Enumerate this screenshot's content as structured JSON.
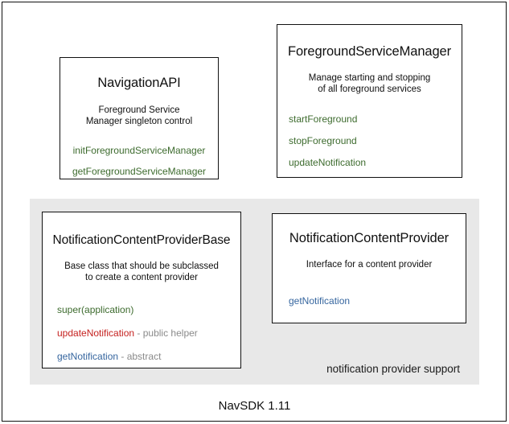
{
  "diagram": {
    "footer_label": "NavSDK 1.11",
    "group_panel": {
      "caption": "notification provider support",
      "background_color": "#e8e8e8"
    },
    "colors": {
      "green": "#3d6b2e",
      "blue": "#36669f",
      "red": "#c5211f",
      "note_gray": "#8a8a8a",
      "border": "#111111",
      "page_background": "#ffffff"
    },
    "cards": [
      {
        "id": "navigation-api",
        "title": "NavigationAPI",
        "description_lines": [
          "Foreground Service",
          "Manager singleton control"
        ],
        "members_align": "centered",
        "members": [
          {
            "name": "initForegroundServiceManager",
            "color": "green",
            "note": ""
          },
          {
            "name": "getForegroundServiceManager",
            "color": "green",
            "note": ""
          }
        ]
      },
      {
        "id": "foreground-service-manager",
        "title": "ForegroundServiceManager",
        "description_lines": [
          "Manage starting and stopping",
          "of all foreground services"
        ],
        "members_align": "left",
        "members": [
          {
            "name": "startForeground",
            "color": "green",
            "note": ""
          },
          {
            "name": "stopForeground",
            "color": "green",
            "note": ""
          },
          {
            "name": "updateNotification",
            "color": "green",
            "note": ""
          }
        ]
      },
      {
        "id": "notification-content-provider-base",
        "title": "NotificationContentProviderBase",
        "description_lines": [
          "Base class that should be subclassed",
          "to create a content provider"
        ],
        "members_align": "left",
        "members": [
          {
            "name": "super(application)",
            "color": "green",
            "note": ""
          },
          {
            "name": "updateNotification",
            "color": "red",
            "note": " - public helper"
          },
          {
            "name": "getNotification",
            "color": "blue",
            "note": " - abstract"
          }
        ]
      },
      {
        "id": "notification-content-provider",
        "title": "NotificationContentProvider",
        "description_lines": [
          "Interface for a content provider"
        ],
        "members_align": "left",
        "members": [
          {
            "name": "getNotification",
            "color": "blue",
            "note": ""
          }
        ]
      }
    ]
  }
}
